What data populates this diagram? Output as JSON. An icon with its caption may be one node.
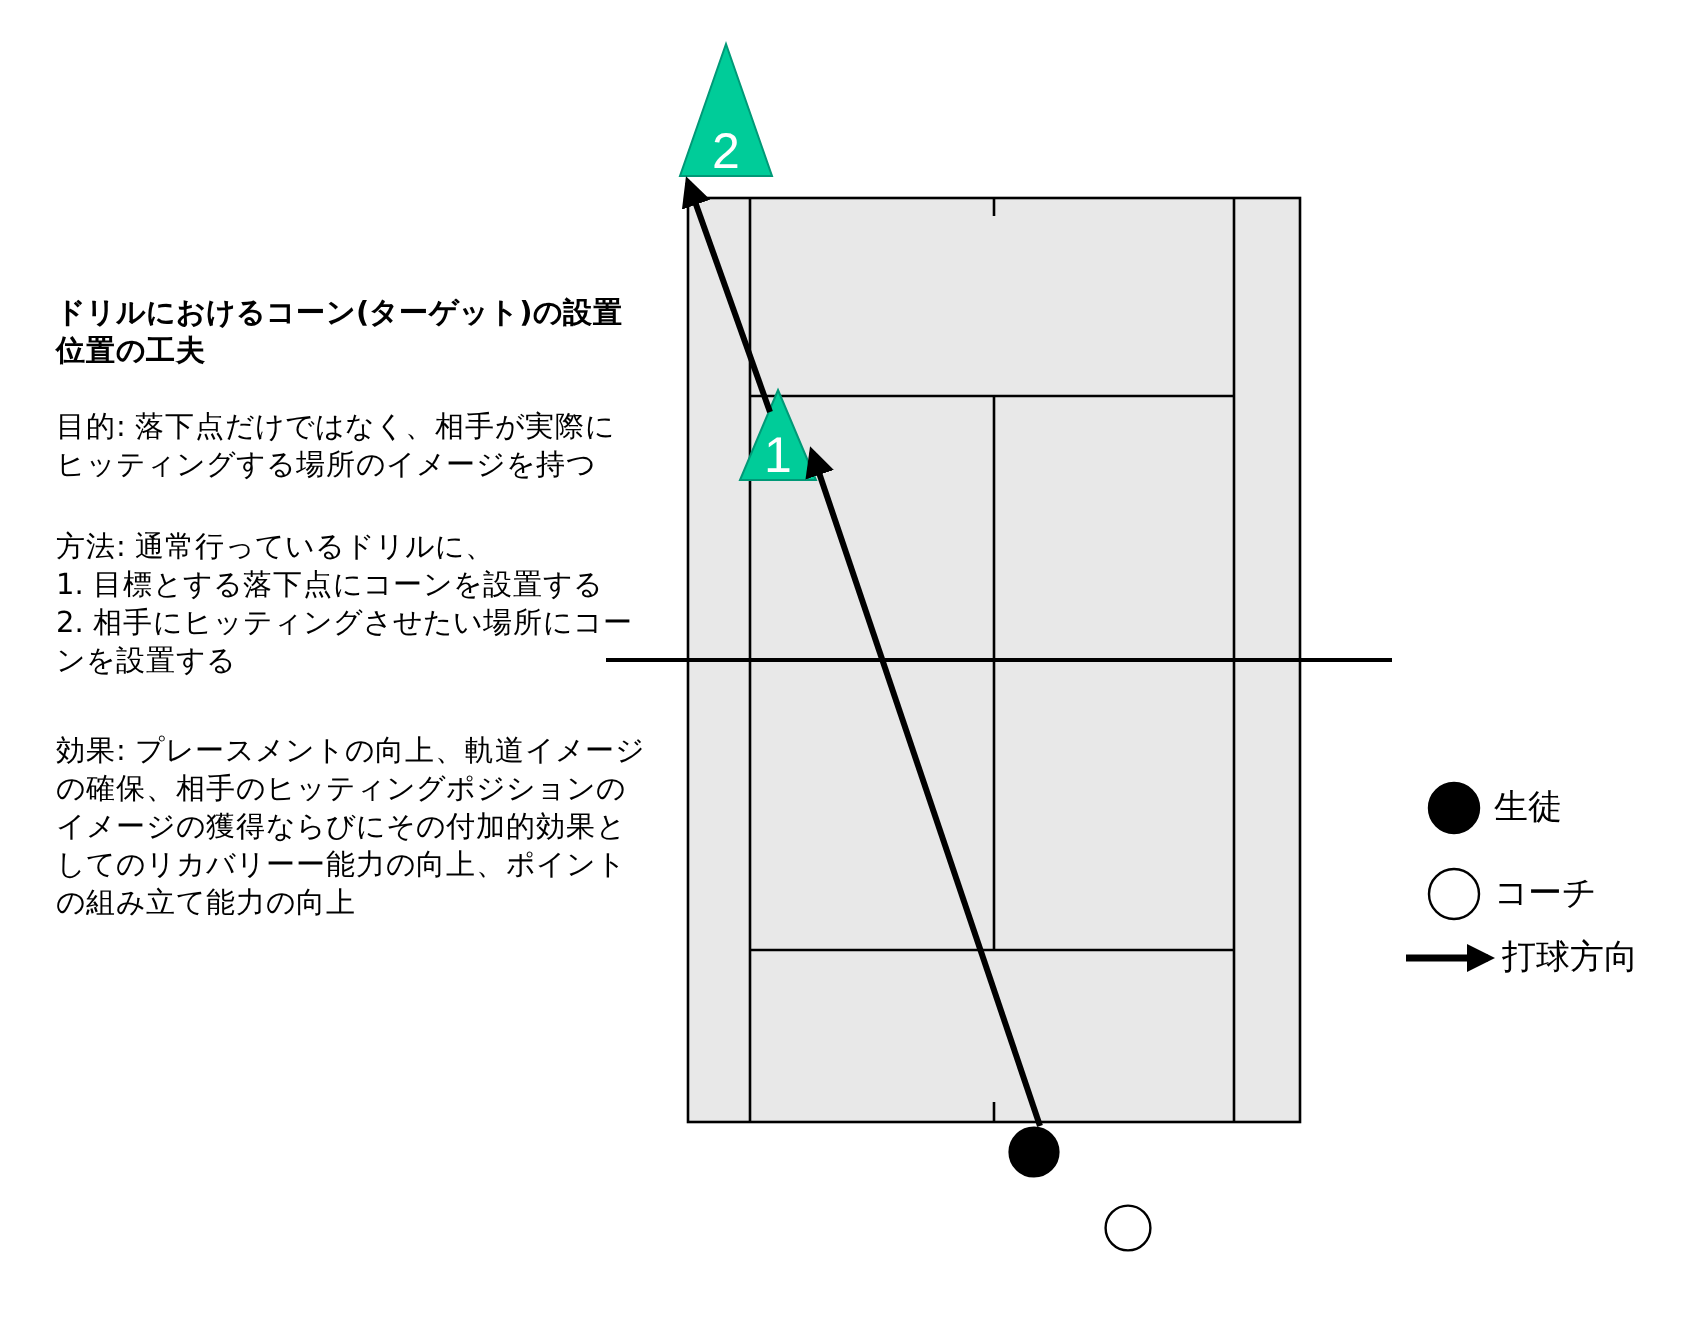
{
  "diagram": {
    "title": "ドリルにおけるコーン(ターゲット)の設置位置の工夫",
    "nodes": [
      {
        "text": [
          "2"
        ]
      },
      {
        "text": [
          "1"
        ]
      },
      {
        "text": [],
        "shape": "circle"
      },
      {
        "text": [],
        "shape": "circle"
      }
    ],
    "edges": [
      {
        "from": 2,
        "to": 1,
        "arrow": "to"
      },
      {
        "from": 1,
        "to": 0,
        "arrow": "to"
      }
    ],
    "labels": [
      "目的: 落下点だけではなく、相手が実際にヒッティングする場所のイメージを持つ",
      "方法: 通常行っているドリルに、",
      "1. 目標とする落下点にコーンを設置する",
      "2. 相手にヒッティングさせたい場所にコーンを設置する",
      "効果: プレースメントの向上、軌道イメージの確保、相手のヒッティングポジションのイメージの獲得ならびにその付加的効果としてのリカバリーー能力の向上、ポイントの組み立て能力の向上"
    ],
    "legend": [
      {
        "text": "生徒"
      },
      {
        "text": "コーチ"
      },
      {
        "text": "打球方向"
      }
    ]
  }
}
